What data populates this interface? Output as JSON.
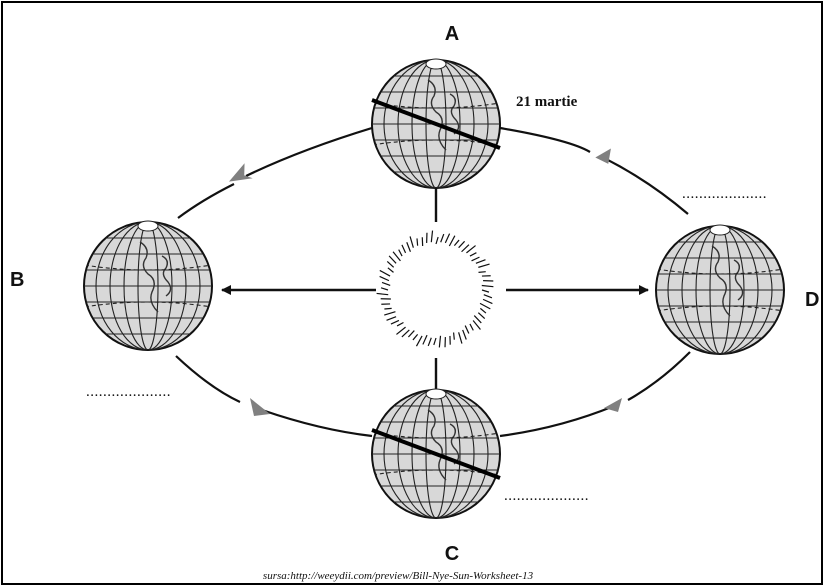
{
  "labels": {
    "a": "A",
    "b": "B",
    "c": "C",
    "d": "D",
    "date_a": "21 martie"
  },
  "blanks": {
    "d": "....................",
    "b": "....................",
    "c": "...................."
  },
  "source": "sursa:http://weeydii.com/preview/Bill-Nye-Sun-Worksheet-13",
  "icons": {
    "sun": "sun-icon",
    "globe": "globe-icon"
  }
}
